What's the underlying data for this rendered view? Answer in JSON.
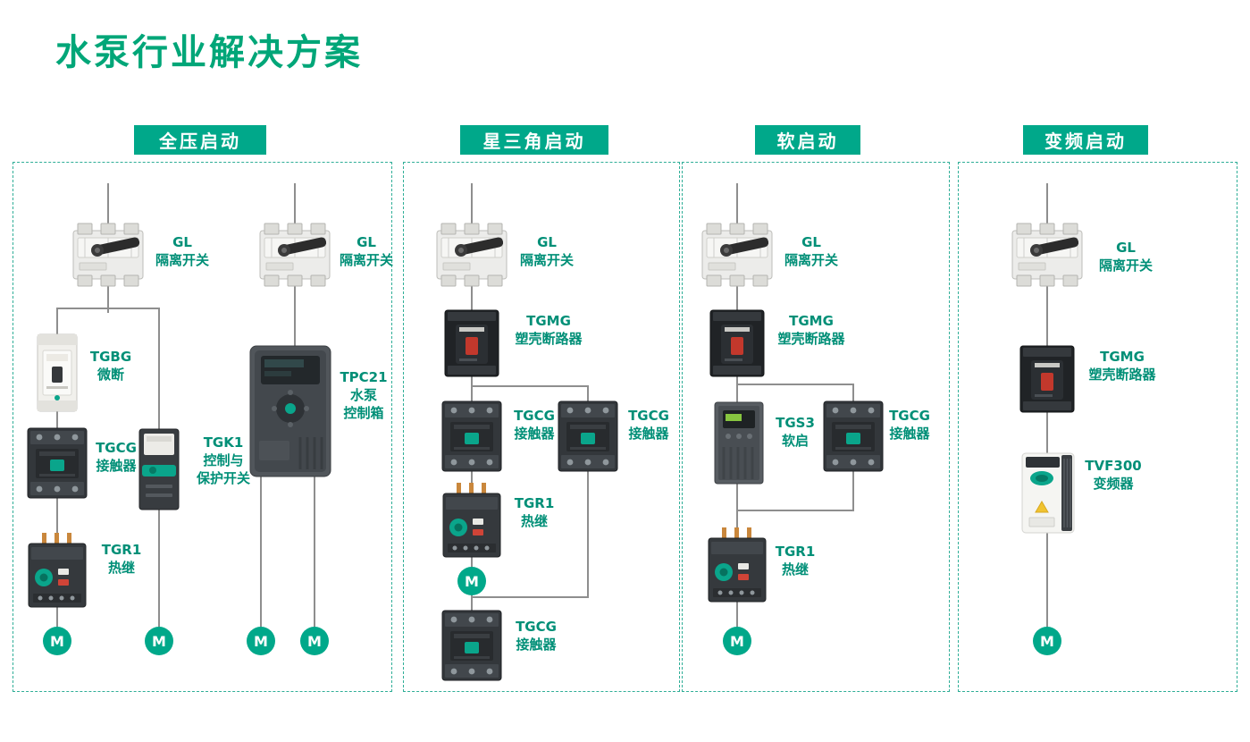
{
  "page": {
    "title": "水泵行业解决方案"
  },
  "colors": {
    "accent_teal": "#00a88a",
    "title_green": "#00a678",
    "label_teal": "#008f77",
    "wire_gray": "#8e8e8e",
    "breaker_red": "#c2382c"
  },
  "motor_label": "M",
  "panels": [
    {
      "header": "全压启动",
      "labels": {
        "gl1": "GL\n隔离开关",
        "tgbg": "TGBG\n微断",
        "tgcg": "TGCG\n接触器",
        "tgr1": "TGR1\n热继",
        "tgk1": "TGK1\n控制与\n保护开关",
        "gl2": "GL\n隔离开关",
        "tpc21": "TPC21\n水泵\n控制箱"
      }
    },
    {
      "header": "星三角启动",
      "labels": {
        "gl": "GL\n隔离开关",
        "tgmg": "TGMG\n塑壳断路器",
        "tgcg_left": "TGCG\n接触器",
        "tgcg_right": "TGCG\n接触器",
        "tgr1": "TGR1\n热继",
        "tgcg_bottom": "TGCG\n接触器"
      }
    },
    {
      "header": "软启动",
      "labels": {
        "gl": "GL\n隔离开关",
        "tgmg": "TGMG\n塑壳断路器",
        "tgs3": "TGS3\n软启",
        "tgcg": "TGCG\n接触器",
        "tgr1": "TGR1\n热继"
      }
    },
    {
      "header": "变频启动",
      "labels": {
        "gl": "GL\n隔离开关",
        "tgmg": "TGMG\n塑壳断路器",
        "tvf300": "TVF300\n变频器"
      }
    }
  ]
}
